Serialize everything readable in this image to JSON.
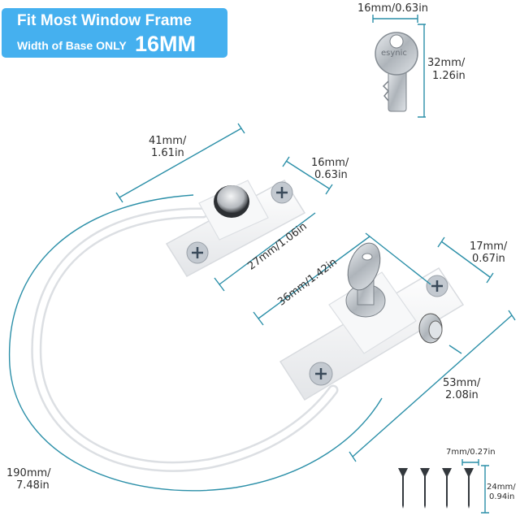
{
  "banner": {
    "line1": "Fit Most Window Frame",
    "line2": "Width of Base ONLY",
    "highlight": "16MM",
    "background_color": "#45b0ef",
    "text_color": "#ffffff"
  },
  "key": {
    "brand": "esynic",
    "width_label": "16mm/0.63in",
    "height_label_mm": "32mm/",
    "height_label_in": "1.26in"
  },
  "dimensions": {
    "upper_unit_length_mm": "41mm/",
    "upper_unit_length_in": "1.61in",
    "upper_unit_width_mm": "16mm/",
    "upper_unit_width_in": "0.63in",
    "upper_hole_spacing": "27mm/1.06in",
    "lower_hole_spacing": "36mm/1.42in",
    "lower_unit_width_mm": "17mm/",
    "lower_unit_width_in": "0.67in",
    "lower_unit_length_mm": "53mm/",
    "lower_unit_length_in": "2.08in",
    "cable_length_mm": "190mm/",
    "cable_length_in": "7.48in"
  },
  "screws": {
    "count": 4,
    "head_width_label": "7mm/0.27in",
    "length_label_mm": "24mm/",
    "length_label_in": "0.94in"
  },
  "colors": {
    "dimension_line": "#2b8fa8",
    "product_body": "#f2f3f5",
    "metal": "#b9bec4"
  }
}
